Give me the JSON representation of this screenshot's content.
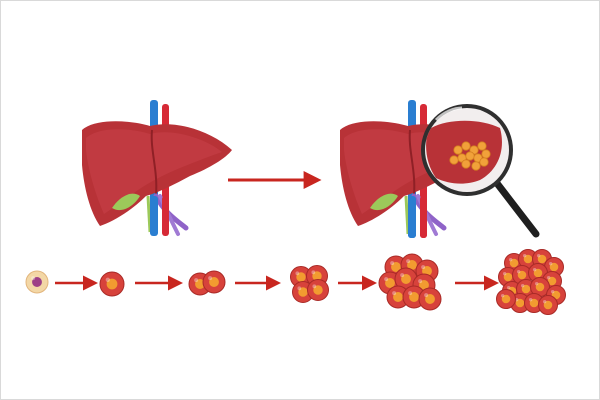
{
  "diagram": {
    "colors": {
      "liver": "#b83237",
      "liver_dark": "#8f2026",
      "liver_light": "#d9585c",
      "vein_blue": "#2a7ed1",
      "artery_red": "#d62a36",
      "bile_green": "#9cc95a",
      "duct_purple": "#8f63c8",
      "arrow": "#c8261f",
      "cell_outer": "#d7423b",
      "cell_nucleus": "#f29b30",
      "stem_cell_outer": "#f3d7a6",
      "stem_cell_nucleus": "#9d3f86",
      "lens_rim": "#2f2f2f",
      "lens_glass": "#f2eeee",
      "tumor": "#f1a13a"
    },
    "icons": {
      "healthy_liver": "liver-icon",
      "diseased_liver": "liver-tumor-icon",
      "magnifier": "magnifying-glass-icon",
      "progression_arrow": "arrow-right-icon",
      "cell": "cell-icon"
    },
    "cell_progression_stage_counts": [
      1,
      1,
      2,
      4,
      9,
      16
    ]
  }
}
